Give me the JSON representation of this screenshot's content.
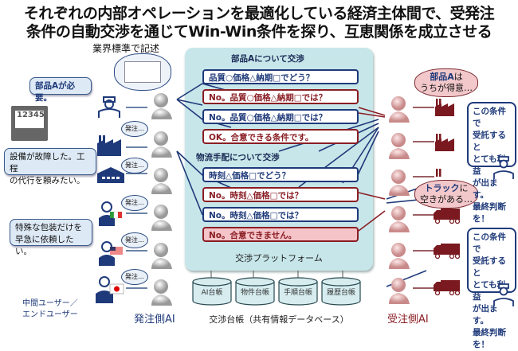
{
  "title": {
    "line1": "それぞれの内部オペレーションを最適化している経済主体間で、受発注",
    "line2": "条件の自動交渉を通じてWin-Win条件を探り、互恵関係を成立させる"
  },
  "industry_standard_label": "業界標準で記述",
  "platform": {
    "label": "交渉プラットフォーム",
    "sections": [
      {
        "heading": "部品Aについて交渉",
        "messages": [
          {
            "text": "品質○価格△納期□でどう？",
            "side": "orderer"
          },
          {
            "text": "No。品質○価格△納期□では？",
            "side": "receiver"
          },
          {
            "text": "No。品質○価格△納期□では？",
            "side": "orderer"
          },
          {
            "text": "OK。合意できる条件です。",
            "side": "receiver"
          }
        ]
      },
      {
        "heading": "物流手配について交渉",
        "messages": [
          {
            "text": "時刻△価格□でどう？",
            "side": "orderer"
          },
          {
            "text": "No。時刻△価格□では？",
            "side": "receiver"
          },
          {
            "text": "No。時刻△価格□では？",
            "side": "orderer"
          },
          {
            "text": "No。合意できません。",
            "side": "receiver",
            "highlight": true
          }
        ]
      }
    ]
  },
  "ledger": {
    "label": "交渉台帳（共有情報データベース）",
    "databases": [
      "AI台帳",
      "物件台帳",
      "手順台帳",
      "履歴台帳"
    ]
  },
  "left": {
    "callouts": [
      "部品Aが必要。",
      "設備が故障した。工程の代行を頼みたい。",
      "特殊な包装だけを早急に依頼したい。"
    ],
    "callout_lines": {
      "c2": [
        "設備が故障した。工程",
        "の代行を頼みたい。"
      ],
      "c3": [
        "特殊な包装だけを",
        "早急に依頼したい。"
      ]
    },
    "order_thought": "発注…",
    "meter_display": "12345",
    "users_label_line1": "中間ユーザー／",
    "users_label_line2": "エンドユーザー",
    "ai_label": "発注側AI"
  },
  "right": {
    "thought1": {
      "line1_bold": "部品A",
      "line1_rest": "は",
      "line2": "うちが得意…"
    },
    "thought2": {
      "line1_bold": "トラック",
      "line1_rest": "に",
      "line2": "空きがある…"
    },
    "callout_lines": [
      "この条件で",
      "受託すると",
      "とても利益",
      "が出ます。",
      "最終判断",
      "を！"
    ],
    "ai_label": "受注側AI"
  },
  "colors": {
    "navy": "#1f3a7a",
    "maroon": "#8a1e24",
    "platform_bg": "#c7e6ea",
    "pink": "#f4c4c8"
  }
}
